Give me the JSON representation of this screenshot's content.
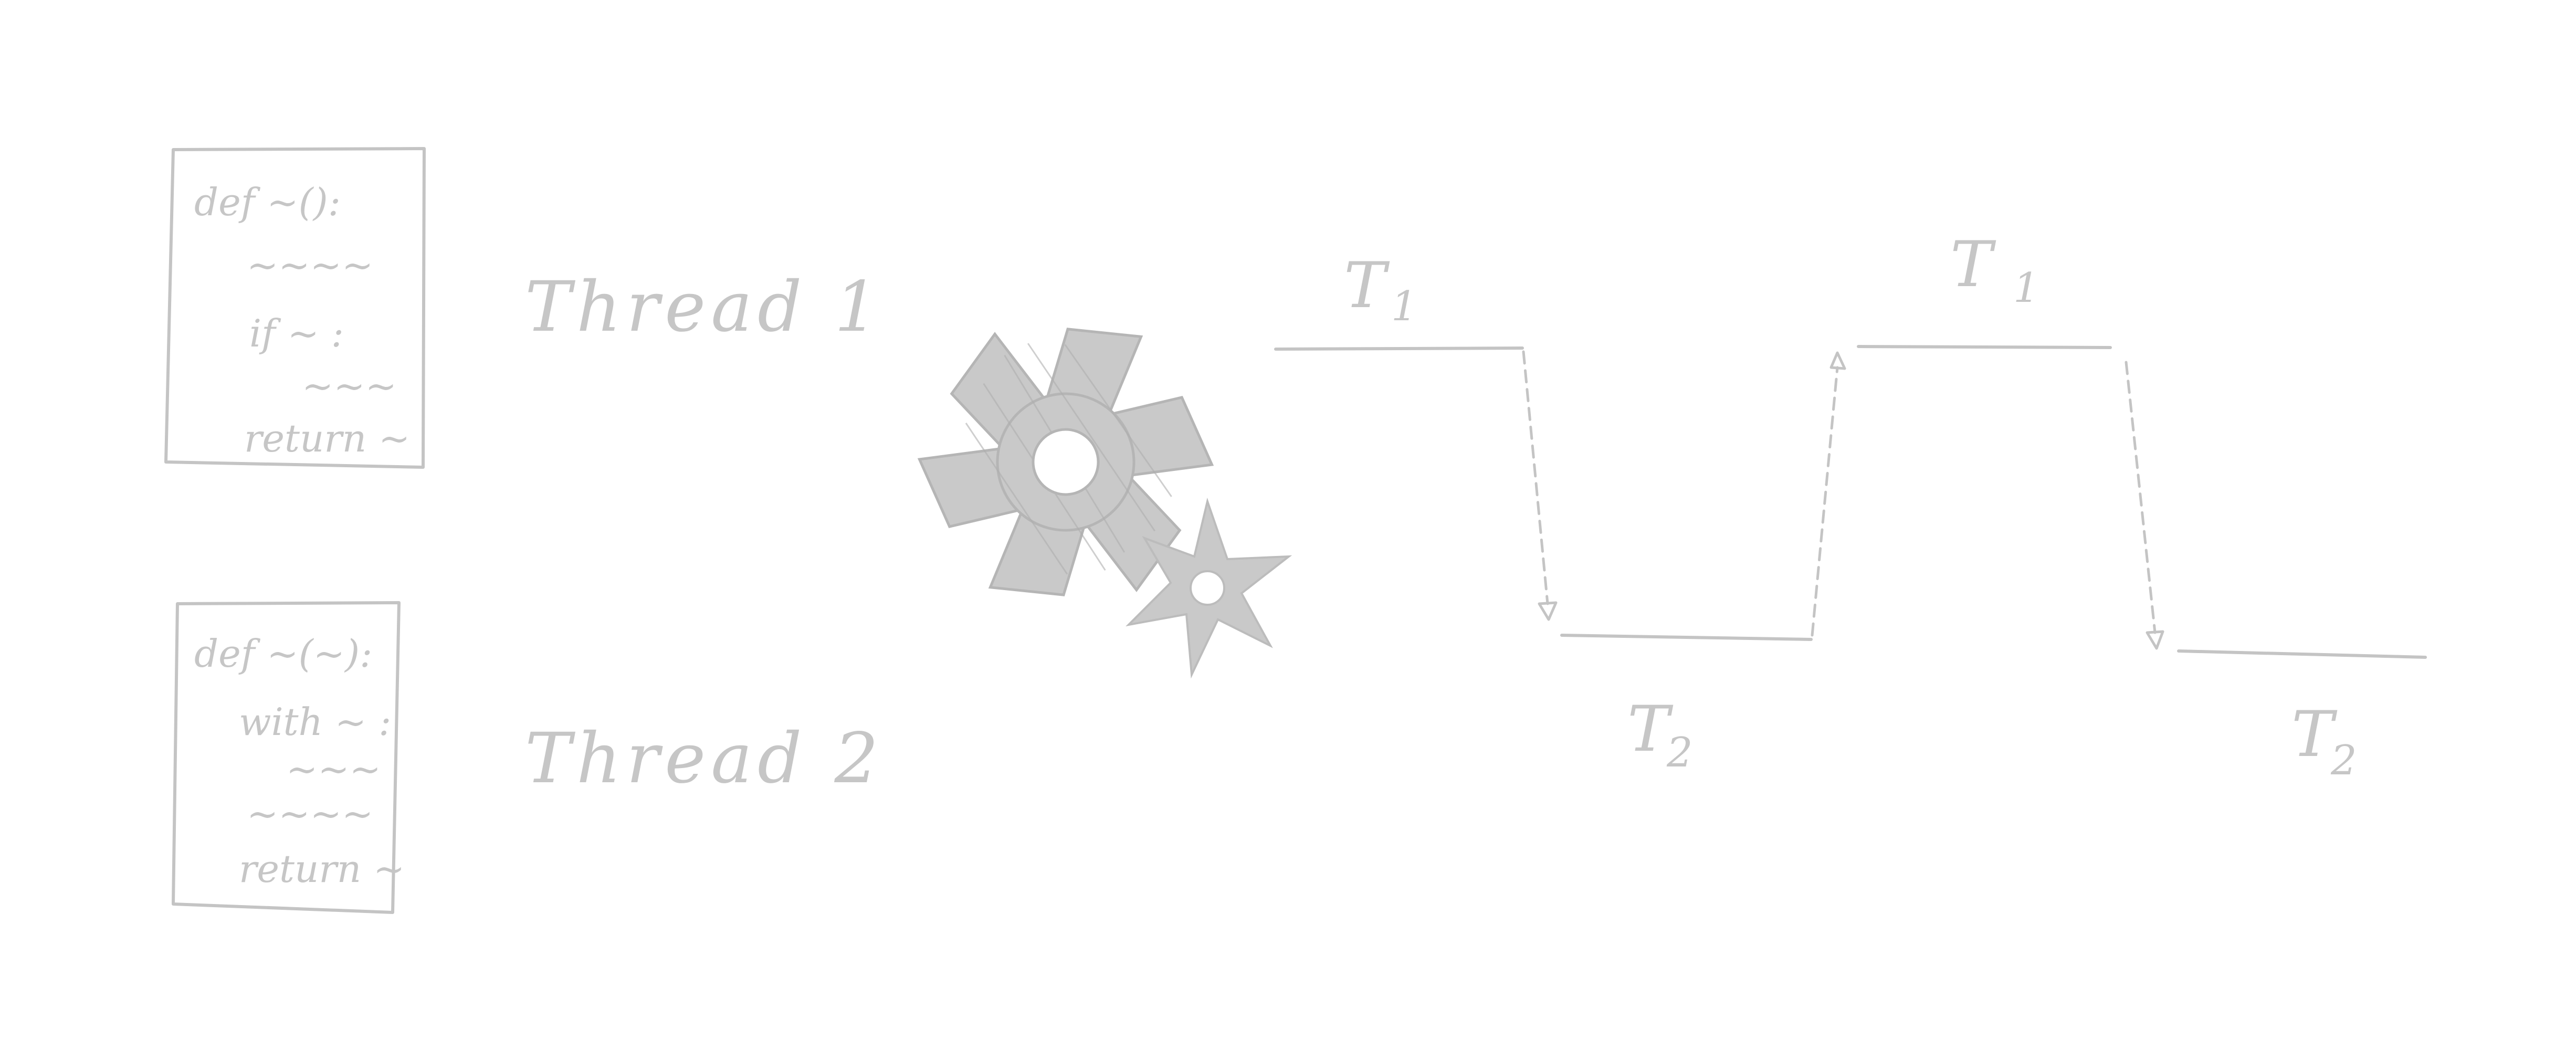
{
  "code_block_1": {
    "lines": [
      "def ~():",
      "~~~~",
      "if ~ :",
      "~~~",
      "return ~"
    ]
  },
  "code_block_2": {
    "lines": [
      "def ~(~):",
      "with ~ :",
      "~~~",
      "~~~~",
      "return ~"
    ]
  },
  "thread_1_label": "Thread 1",
  "thread_2_label": "Thread 2",
  "timeline": {
    "segments": [
      {
        "letter": "T",
        "index": "1"
      },
      {
        "letter": "T",
        "index": "2"
      },
      {
        "letter": "T",
        "index": "1"
      },
      {
        "letter": "T",
        "index": "2"
      }
    ]
  },
  "colors": {
    "ink": "#c4c4c4",
    "gear_fill": "#c9c9c9",
    "background": "#ffffff"
  },
  "icons": [
    "large-gear-icon",
    "small-gear-icon"
  ]
}
